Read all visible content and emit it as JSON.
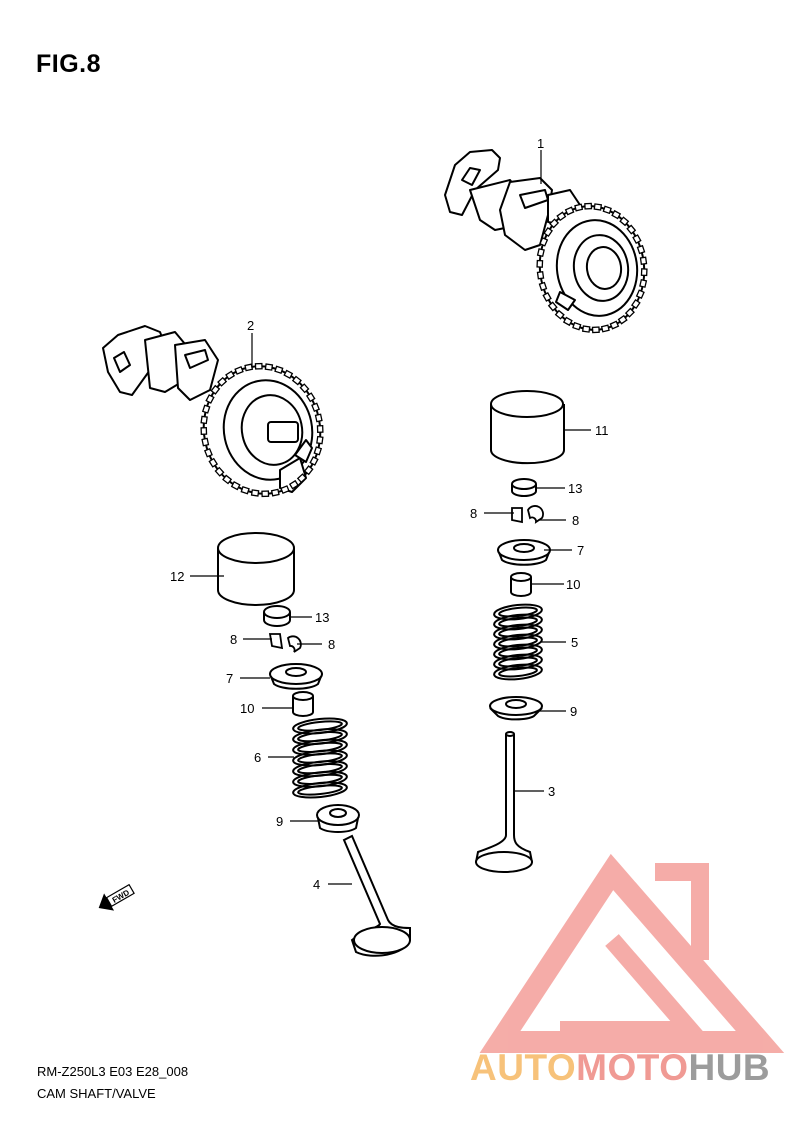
{
  "figure": {
    "title": "FIG.8"
  },
  "footer": {
    "model_code": "RM-Z250L3 E03 E28_008",
    "section_name": "CAM SHAFT/VALVE"
  },
  "direction_arrow": {
    "label": "FWD"
  },
  "watermark": {
    "part_a": "AUTO",
    "part_b": "MOTO",
    "part_c": "HUB",
    "colors": {
      "triangle": "#f4a49f",
      "auto": "#f7c27a",
      "moto": "#f09a94",
      "hub": "#9c9c9c"
    }
  },
  "callouts": {
    "n1": "1",
    "n2": "2",
    "n3": "3",
    "n4": "4",
    "n5": "5",
    "n6": "6",
    "n7": "7",
    "n8": "8",
    "n9": "9",
    "n10": "10",
    "n11": "11",
    "n12": "12",
    "n13": "13"
  },
  "parts": [
    {
      "ref": "1",
      "name": "camshaft-exhaust"
    },
    {
      "ref": "2",
      "name": "camshaft-intake"
    },
    {
      "ref": "3",
      "name": "valve-right"
    },
    {
      "ref": "4",
      "name": "valve-left"
    },
    {
      "ref": "5",
      "name": "valve-spring-right"
    },
    {
      "ref": "6",
      "name": "valve-spring-left"
    },
    {
      "ref": "7",
      "name": "spring-retainer"
    },
    {
      "ref": "8",
      "name": "cotter"
    },
    {
      "ref": "9",
      "name": "spring-seat"
    },
    {
      "ref": "10",
      "name": "oil-seal"
    },
    {
      "ref": "11",
      "name": "tappet-right"
    },
    {
      "ref": "12",
      "name": "tappet-left"
    },
    {
      "ref": "13",
      "name": "shim"
    }
  ]
}
